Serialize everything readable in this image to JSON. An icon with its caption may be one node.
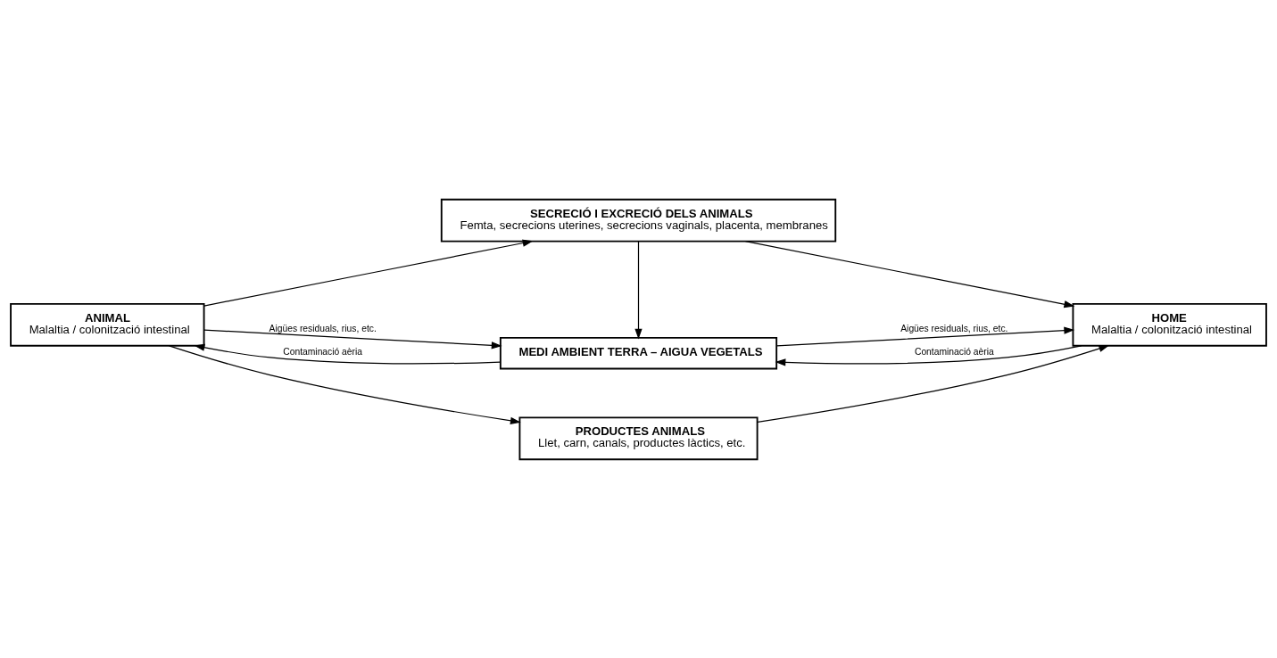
{
  "diagram": {
    "nodes": [
      {
        "text": [
          "SECRECIÓ I EXCRECIÓ DELS ANIMALS",
          "Femta, secrecions uterines, secrecions vaginals, placenta, membranes"
        ]
      },
      {
        "text": [
          "ANIMAL",
          "Malaltia / colonització intestinal"
        ]
      },
      {
        "text": [
          "MEDI AMBIENT TERRA – AIGUA VEGETALS"
        ]
      },
      {
        "text": [
          "HOME",
          "Malaltia / colonització intestinal"
        ]
      },
      {
        "text": [
          "PRODUCTES ANIMALS",
          "Llet, carn, canals, productes làctics, etc."
        ]
      }
    ],
    "edges": [
      {
        "from": 1,
        "to": 0,
        "arrow": "to"
      },
      {
        "from": 0,
        "to": 2,
        "arrow": "to"
      },
      {
        "from": 0,
        "to": 3,
        "arrow": "to"
      },
      {
        "from": 2,
        "to": 1,
        "arrow": "to",
        "label": "Contaminació aèria"
      },
      {
        "from": 1,
        "to": 2,
        "arrow": "to",
        "label": "Aigües residuals, rius, etc."
      },
      {
        "from": 3,
        "to": 2,
        "arrow": "to",
        "label": "Contaminació aèria"
      },
      {
        "from": 2,
        "to": 3,
        "arrow": "to",
        "label": "Aigües residuals, rius, etc."
      },
      {
        "from": 1,
        "to": 4,
        "arrow": "to"
      },
      {
        "from": 4,
        "to": 3,
        "arrow": "to"
      }
    ]
  }
}
